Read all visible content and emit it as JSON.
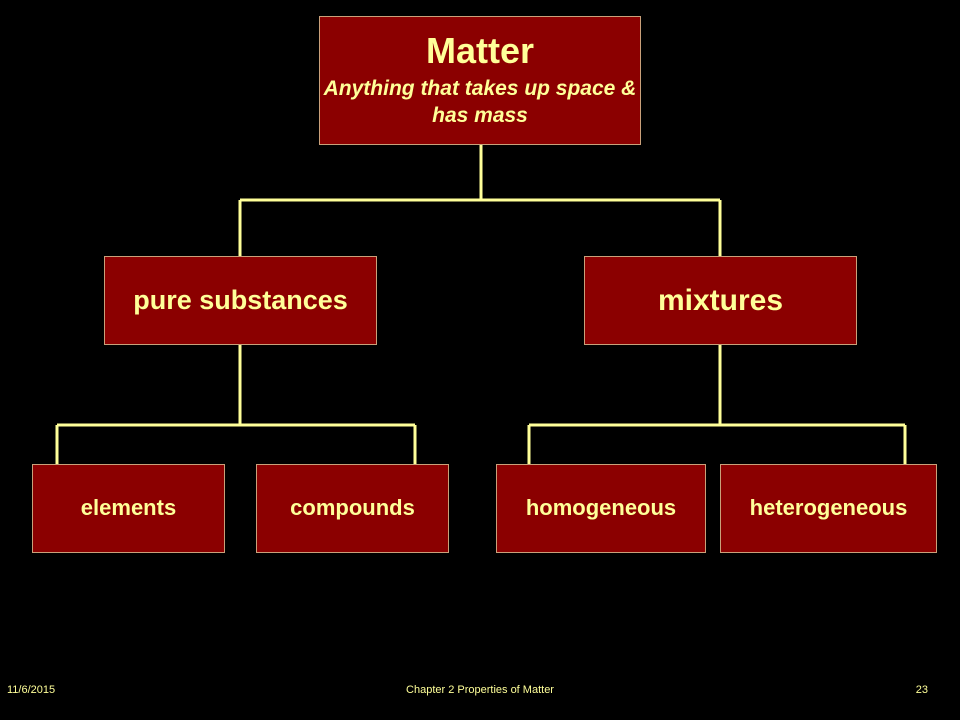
{
  "colors": {
    "background": "#000000",
    "node_fill": "#8b0000",
    "node_text": "#ffff99",
    "connector": "#ffff99"
  },
  "diagram": {
    "root": {
      "title": "Matter",
      "description": "Anything that takes up space & has mass"
    },
    "level1": [
      {
        "label": "pure substances"
      },
      {
        "label": "mixtures"
      }
    ],
    "level2": [
      {
        "label": "elements"
      },
      {
        "label": "compounds"
      },
      {
        "label": "homogeneous"
      },
      {
        "label": "heterogeneous"
      }
    ]
  },
  "footer": {
    "date": "11/6/2015",
    "title": "Chapter 2 Properties of Matter",
    "page": "23"
  }
}
